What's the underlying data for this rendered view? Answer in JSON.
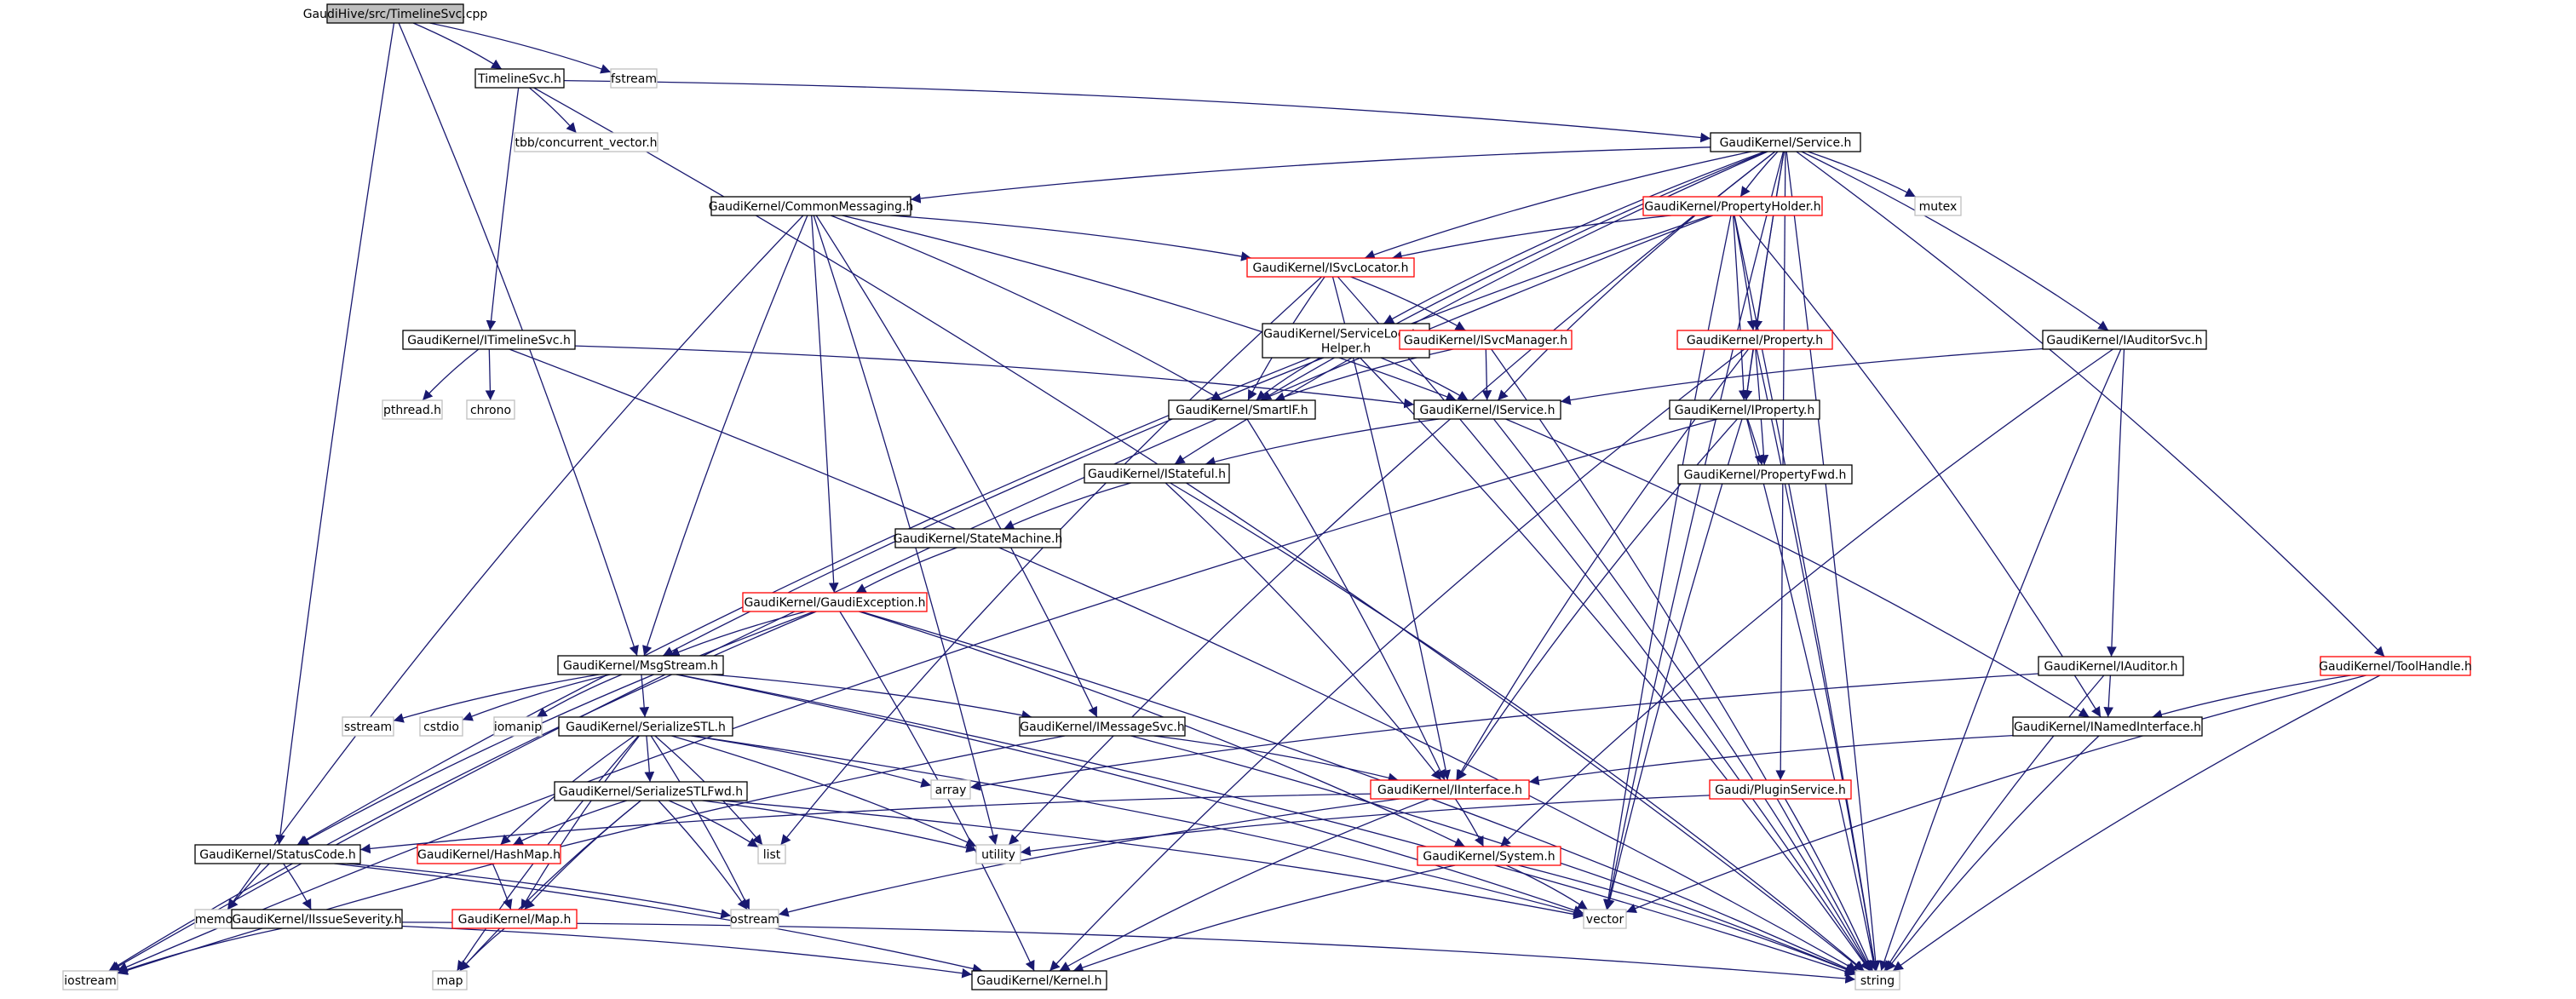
{
  "graph": {
    "title": "",
    "colors": {
      "edge": "#191970",
      "normal_border": "#000000",
      "incomplete_border": "#ff0000",
      "system_border": "#bfbfbf",
      "root_fill": "#bfbfbf",
      "text": "#000000"
    },
    "nodes": [
      {
        "id": "root",
        "label": "GaudiHive/src/TimelineSvc.cpp",
        "kind": "root"
      },
      {
        "id": "timelinesvc_h",
        "label": "TimelineSvc.h",
        "kind": "normal"
      },
      {
        "id": "fstream",
        "label": "fstream",
        "kind": "system"
      },
      {
        "id": "tbb_cv",
        "label": "tbb/concurrent_vector.h",
        "kind": "system"
      },
      {
        "id": "service_h",
        "label": "GaudiKernel/Service.h",
        "kind": "normal"
      },
      {
        "id": "commonmessaging",
        "label": "GaudiKernel/CommonMessaging.h",
        "kind": "normal"
      },
      {
        "id": "propertyholder",
        "label": "GaudiKernel/PropertyHolder.h",
        "kind": "incomplete"
      },
      {
        "id": "mutex",
        "label": "mutex",
        "kind": "system"
      },
      {
        "id": "isvclocator",
        "label": "GaudiKernel/ISvcLocator.h",
        "kind": "incomplete"
      },
      {
        "id": "itimelinesvc",
        "label": "GaudiKernel/ITimelineSvc.h",
        "kind": "normal"
      },
      {
        "id": "pthread",
        "label": "pthread.h",
        "kind": "system"
      },
      {
        "id": "chrono",
        "label": "chrono",
        "kind": "system"
      },
      {
        "id": "svclocatorhelper",
        "label": "GaudiKernel/ServiceLocator\nHelper.h",
        "kind": "normal"
      },
      {
        "id": "isvcmanager",
        "label": "GaudiKernel/ISvcManager.h",
        "kind": "incomplete"
      },
      {
        "id": "smartif",
        "label": "GaudiKernel/SmartIF.h",
        "kind": "normal"
      },
      {
        "id": "iservice",
        "label": "GaudiKernel/IService.h",
        "kind": "normal"
      },
      {
        "id": "property",
        "label": "GaudiKernel/Property.h",
        "kind": "incomplete"
      },
      {
        "id": "iproperty",
        "label": "GaudiKernel/IProperty.h",
        "kind": "normal"
      },
      {
        "id": "propertyfwd",
        "label": "GaudiKernel/PropertyFwd.h",
        "kind": "normal"
      },
      {
        "id": "iauditorsvc",
        "label": "GaudiKernel/IAuditorSvc.h",
        "kind": "normal"
      },
      {
        "id": "istateful",
        "label": "GaudiKernel/IStateful.h",
        "kind": "normal"
      },
      {
        "id": "statemachine",
        "label": "GaudiKernel/StateMachine.h",
        "kind": "normal"
      },
      {
        "id": "gaudiexception",
        "label": "GaudiKernel/GaudiException.h",
        "kind": "incomplete"
      },
      {
        "id": "msgstream",
        "label": "GaudiKernel/MsgStream.h",
        "kind": "normal"
      },
      {
        "id": "iauditor",
        "label": "GaudiKernel/IAuditor.h",
        "kind": "normal"
      },
      {
        "id": "toolhandle",
        "label": "GaudiKernel/ToolHandle.h",
        "kind": "incomplete"
      },
      {
        "id": "sstream",
        "label": "sstream",
        "kind": "system"
      },
      {
        "id": "cstdio",
        "label": "cstdio",
        "kind": "system"
      },
      {
        "id": "iomanip",
        "label": "iomanip",
        "kind": "system"
      },
      {
        "id": "serializestl",
        "label": "GaudiKernel/SerializeSTL.h",
        "kind": "normal"
      },
      {
        "id": "imessagesvc",
        "label": "GaudiKernel/IMessageSvc.h",
        "kind": "normal"
      },
      {
        "id": "inamedinterface",
        "label": "GaudiKernel/INamedInterface.h",
        "kind": "normal"
      },
      {
        "id": "array",
        "label": "array",
        "kind": "system"
      },
      {
        "id": "iinterface",
        "label": "GaudiKernel/IInterface.h",
        "kind": "incomplete"
      },
      {
        "id": "pluginservice",
        "label": "Gaudi/PluginService.h",
        "kind": "incomplete"
      },
      {
        "id": "serializestlfwd",
        "label": "GaudiKernel/SerializeSTLFwd.h",
        "kind": "normal"
      },
      {
        "id": "list",
        "label": "list",
        "kind": "system"
      },
      {
        "id": "utility",
        "label": "utility",
        "kind": "system"
      },
      {
        "id": "statuscode",
        "label": "GaudiKernel/StatusCode.h",
        "kind": "normal"
      },
      {
        "id": "hashmap",
        "label": "GaudiKernel/HashMap.h",
        "kind": "incomplete"
      },
      {
        "id": "system_h",
        "label": "GaudiKernel/System.h",
        "kind": "incomplete"
      },
      {
        "id": "memory",
        "label": "memory",
        "kind": "system"
      },
      {
        "id": "ostream",
        "label": "ostream",
        "kind": "system"
      },
      {
        "id": "vector",
        "label": "vector",
        "kind": "system"
      },
      {
        "id": "issueseverity",
        "label": "GaudiKernel/IIssueSeverity.h",
        "kind": "normal"
      },
      {
        "id": "map_h",
        "label": "GaudiKernel/Map.h",
        "kind": "incomplete"
      },
      {
        "id": "iostream",
        "label": "iostream",
        "kind": "system"
      },
      {
        "id": "map",
        "label": "map",
        "kind": "system"
      },
      {
        "id": "kernel",
        "label": "GaudiKernel/Kernel.h",
        "kind": "normal"
      },
      {
        "id": "string",
        "label": "string",
        "kind": "system"
      }
    ],
    "edges": [
      [
        "root",
        "timelinesvc_h"
      ],
      [
        "root",
        "fstream"
      ],
      [
        "root",
        "msgstream"
      ],
      [
        "root",
        "statuscode"
      ],
      [
        "timelinesvc_h",
        "tbb_cv"
      ],
      [
        "timelinesvc_h",
        "service_h"
      ],
      [
        "timelinesvc_h",
        "itimelinesvc"
      ],
      [
        "timelinesvc_h",
        "string"
      ],
      [
        "service_h",
        "commonmessaging"
      ],
      [
        "service_h",
        "propertyholder"
      ],
      [
        "service_h",
        "mutex"
      ],
      [
        "service_h",
        "isvclocator"
      ],
      [
        "service_h",
        "svclocatorhelper"
      ],
      [
        "service_h",
        "smartif"
      ],
      [
        "service_h",
        "iservice"
      ],
      [
        "service_h",
        "property"
      ],
      [
        "service_h",
        "iproperty"
      ],
      [
        "service_h",
        "iauditorsvc"
      ],
      [
        "service_h",
        "istateful"
      ],
      [
        "service_h",
        "toolhandle"
      ],
      [
        "service_h",
        "pluginservice"
      ],
      [
        "service_h",
        "vector"
      ],
      [
        "service_h",
        "string"
      ],
      [
        "service_h",
        "utility"
      ],
      [
        "commonmessaging",
        "isvclocator"
      ],
      [
        "commonmessaging",
        "smartif"
      ],
      [
        "commonmessaging",
        "iservice"
      ],
      [
        "commonmessaging",
        "gaudiexception"
      ],
      [
        "commonmessaging",
        "msgstream"
      ],
      [
        "commonmessaging",
        "imessagesvc"
      ],
      [
        "commonmessaging",
        "utility"
      ],
      [
        "commonmessaging",
        "memory"
      ],
      [
        "propertyholder",
        "isvclocator"
      ],
      [
        "propertyholder",
        "property"
      ],
      [
        "propertyholder",
        "iproperty"
      ],
      [
        "propertyholder",
        "inamedinterface"
      ],
      [
        "propertyholder",
        "msgstream"
      ],
      [
        "propertyholder",
        "vector"
      ],
      [
        "propertyholder",
        "string"
      ],
      [
        "propertyholder",
        "iostream"
      ],
      [
        "isvclocator",
        "smartif"
      ],
      [
        "isvclocator",
        "isvcmanager"
      ],
      [
        "isvclocator",
        "iinterface"
      ],
      [
        "isvclocator",
        "string"
      ],
      [
        "isvclocator",
        "list"
      ],
      [
        "itimelinesvc",
        "pthread"
      ],
      [
        "itimelinesvc",
        "chrono"
      ],
      [
        "itimelinesvc",
        "iservice"
      ],
      [
        "itimelinesvc",
        "string"
      ],
      [
        "svclocatorhelper",
        "smartif"
      ],
      [
        "svclocatorhelper",
        "iservice"
      ],
      [
        "svclocatorhelper",
        "string"
      ],
      [
        "svclocatorhelper",
        "statuscode"
      ],
      [
        "isvcmanager",
        "smartif"
      ],
      [
        "isvcmanager",
        "iservice"
      ],
      [
        "isvcmanager",
        "string"
      ],
      [
        "smartif",
        "iinterface"
      ],
      [
        "iservice",
        "istateful"
      ],
      [
        "iservice",
        "inamedinterface"
      ],
      [
        "iservice",
        "string"
      ],
      [
        "property",
        "iproperty"
      ],
      [
        "property",
        "propertyfwd"
      ],
      [
        "property",
        "kernel"
      ],
      [
        "property",
        "string"
      ],
      [
        "property",
        "iinterface"
      ],
      [
        "iproperty",
        "propertyfwd"
      ],
      [
        "iproperty",
        "iinterface"
      ],
      [
        "iproperty",
        "vector"
      ],
      [
        "iproperty",
        "string"
      ],
      [
        "iproperty",
        "iostream"
      ],
      [
        "iauditorsvc",
        "iservice"
      ],
      [
        "iauditorsvc",
        "iauditor"
      ],
      [
        "iauditorsvc",
        "system_h"
      ],
      [
        "iauditorsvc",
        "string"
      ],
      [
        "istateful",
        "statemachine"
      ],
      [
        "istateful",
        "iinterface"
      ],
      [
        "istateful",
        "string"
      ],
      [
        "statemachine",
        "gaudiexception"
      ],
      [
        "gaudiexception",
        "msgstream"
      ],
      [
        "gaudiexception",
        "statuscode"
      ],
      [
        "gaudiexception",
        "kernel"
      ],
      [
        "gaudiexception",
        "system_h"
      ],
      [
        "gaudiexception",
        "string"
      ],
      [
        "gaudiexception",
        "iostream"
      ],
      [
        "msgstream",
        "sstream"
      ],
      [
        "msgstream",
        "cstdio"
      ],
      [
        "msgstream",
        "iomanip"
      ],
      [
        "msgstream",
        "serializestl"
      ],
      [
        "msgstream",
        "imessagesvc"
      ],
      [
        "msgstream",
        "vector"
      ],
      [
        "msgstream",
        "string"
      ],
      [
        "iauditor",
        "inamedinterface"
      ],
      [
        "iauditor",
        "array"
      ],
      [
        "iauditor",
        "string"
      ],
      [
        "toolhandle",
        "inamedinterface"
      ],
      [
        "toolhandle",
        "vector"
      ],
      [
        "toolhandle",
        "string"
      ],
      [
        "serializestl",
        "serializestlfwd"
      ],
      [
        "serializestl",
        "hashmap"
      ],
      [
        "serializestl",
        "map_h"
      ],
      [
        "serializestl",
        "array"
      ],
      [
        "serializestl",
        "list"
      ],
      [
        "serializestl",
        "utility"
      ],
      [
        "serializestl",
        "vector"
      ],
      [
        "serializestl",
        "ostream"
      ],
      [
        "serializestl",
        "map"
      ],
      [
        "imessagesvc",
        "iinterface"
      ],
      [
        "imessagesvc",
        "string"
      ],
      [
        "imessagesvc",
        "iostream"
      ],
      [
        "inamedinterface",
        "iinterface"
      ],
      [
        "inamedinterface",
        "string"
      ],
      [
        "iinterface",
        "system_h"
      ],
      [
        "iinterface",
        "statuscode"
      ],
      [
        "iinterface",
        "kernel"
      ],
      [
        "iinterface",
        "ostream"
      ],
      [
        "pluginservice",
        "utility"
      ],
      [
        "pluginservice",
        "string"
      ],
      [
        "serializestlfwd",
        "hashmap"
      ],
      [
        "serializestlfwd",
        "map_h"
      ],
      [
        "serializestlfwd",
        "list"
      ],
      [
        "serializestlfwd",
        "utility"
      ],
      [
        "serializestlfwd",
        "vector"
      ],
      [
        "serializestlfwd",
        "ostream"
      ],
      [
        "serializestlfwd",
        "map"
      ],
      [
        "statuscode",
        "issueseverity"
      ],
      [
        "statuscode",
        "memory"
      ],
      [
        "statuscode",
        "ostream"
      ],
      [
        "statuscode",
        "kernel"
      ],
      [
        "hashmap",
        "map_h"
      ],
      [
        "map_h",
        "map"
      ],
      [
        "system_h",
        "kernel"
      ],
      [
        "system_h",
        "vector"
      ],
      [
        "system_h",
        "string"
      ],
      [
        "issueseverity",
        "kernel"
      ],
      [
        "issueseverity",
        "string"
      ],
      [
        "issueseverity",
        "iostream"
      ]
    ]
  }
}
